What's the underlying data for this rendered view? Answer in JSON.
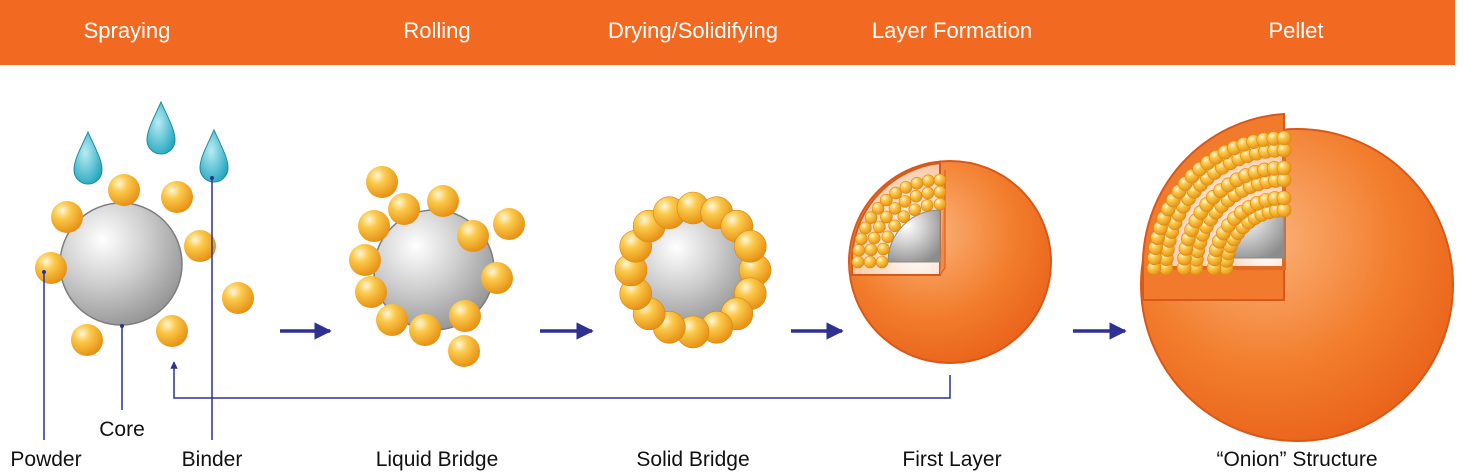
{
  "colors": {
    "header": "#f26a21",
    "arrow": "#2e3192",
    "powder": "#f7a823",
    "binder": "#29b3c9",
    "core": "#bdbdbd",
    "layer": "#f26a21"
  },
  "stages": [
    "Spraying",
    "Rolling",
    "Drying/Solidifying",
    "Layer Formation",
    "Pellet"
  ],
  "labels": {
    "powder": "Powder",
    "core": "Core",
    "binder": "Binder",
    "liquid_bridge": "Liquid Bridge",
    "solid_bridge": "Solid Bridge",
    "first_layer": "First Layer",
    "onion": "“Onion” Structure"
  }
}
